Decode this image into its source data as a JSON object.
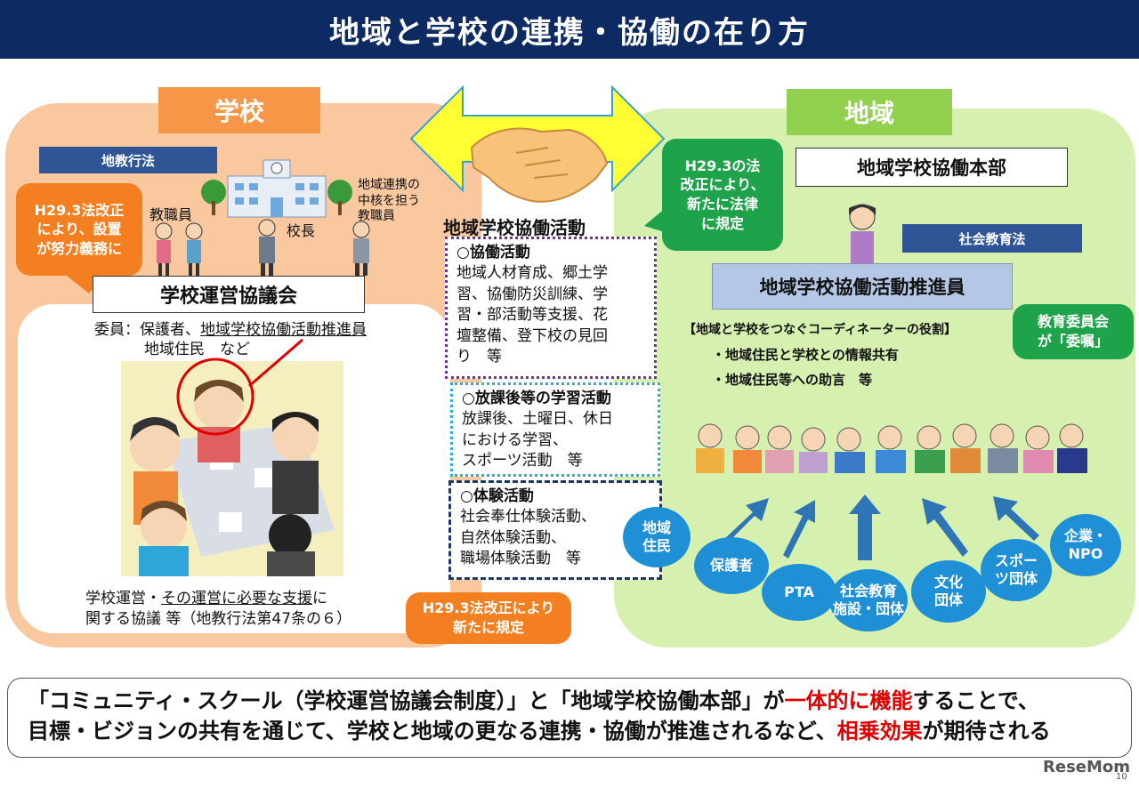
{
  "title": "地域と学校の連携・協働の在り方",
  "school": {
    "tab_label": "学校",
    "law_label": "地教行法",
    "callout_left_line1": "H29.3法改正",
    "callout_left_line2": "により、設置",
    "callout_left_line3": "が努力義務に",
    "label_staff": "教職員",
    "label_principal": "校長",
    "label_core_line1": "地域連携の",
    "label_core_line2": "中核を担う",
    "label_core_line3": "教職員",
    "council_title": "学校運営協議会",
    "members_prefix": "委員：保護者、",
    "members_underlined": "地域学校協働活動推進員",
    "members_line2": "地域住民　など",
    "desc_part1": "学校運営・",
    "desc_underlined": "その運営に必要な支援",
    "desc_part2": "に",
    "desc_line2": "関する協議 等（地教行法第47条の６）",
    "callout_bottom_line1": "H29.3法改正により",
    "callout_bottom_line2": "新たに規定"
  },
  "center": {
    "heading": "地域学校協働活動",
    "box1_heading": "○協働活動",
    "box1_lines": [
      "地域人材育成、郷土学",
      "習、協働防災訓練、学",
      "習・部活動等支援、花",
      "壇整備、登下校の見回",
      "り　等"
    ],
    "box2_heading": "○放課後等の学習活動",
    "box2_lines": [
      "放課後、土曜日、休日",
      "における学習、",
      "スポーツ活動　等"
    ],
    "box3_heading": "○体験活動",
    "box3_lines": [
      "社会奉仕体験活動、",
      "自然体験活動、",
      "職場体験活動　等"
    ]
  },
  "region": {
    "tab_label": "地域",
    "callout_law_line1": "H29.3の法",
    "callout_law_line2": "改正により、",
    "callout_law_line3": "新たに法律",
    "callout_law_line4": "に規定",
    "hq_title": "地域学校協働本部",
    "law_label": "社会教育法",
    "promoter_title": "地域学校協働活動推進員",
    "coordinator_role": "【地域と学校をつなぐコーディネーターの役割】",
    "role_item1": "・地域住民と学校との情報共有",
    "role_item2": "・地域住民等への助言　等",
    "board_line1": "教育委員会",
    "board_line2": "が「委嘱」",
    "circle_residents": "地域\n住民",
    "circle_parents": "保護者",
    "circle_pta": "PTA",
    "circle_social_line1": "社会教育",
    "circle_social_line2": "施設・団体",
    "circle_culture_line1": "文化",
    "circle_culture_line2": "団体",
    "circle_sports_line1": "スポー",
    "circle_sports_line2": "ツ団体",
    "circle_npo_line1": "企業・",
    "circle_npo_line2": "NPO"
  },
  "bottom": {
    "line1_part1": "「コミュニティ・スクール（学校運営協議会制度）」と「地域学校協働本部」が",
    "line1_red": "一体的に機能",
    "line1_part2": "することで、",
    "line2_part1": "目標・ビジョンの共有を通じて、学校と地域の更なる連携・協働が推進されるなど、",
    "line2_red": "相乗効果",
    "line2_part2": "が期待される"
  },
  "watermark": "ReseMom",
  "page_number": "10",
  "colors": {
    "title_bg": "#0d2a63",
    "school_bg": "#f9c89f",
    "region_bg": "#d6f0b0",
    "orange": "#f79646",
    "green": "#92d050",
    "navy_label": "#2f5597",
    "circle_blue": "#1f8fd6",
    "arrow_blue": "#2e75b6",
    "emphasis_red": "#e00000"
  }
}
